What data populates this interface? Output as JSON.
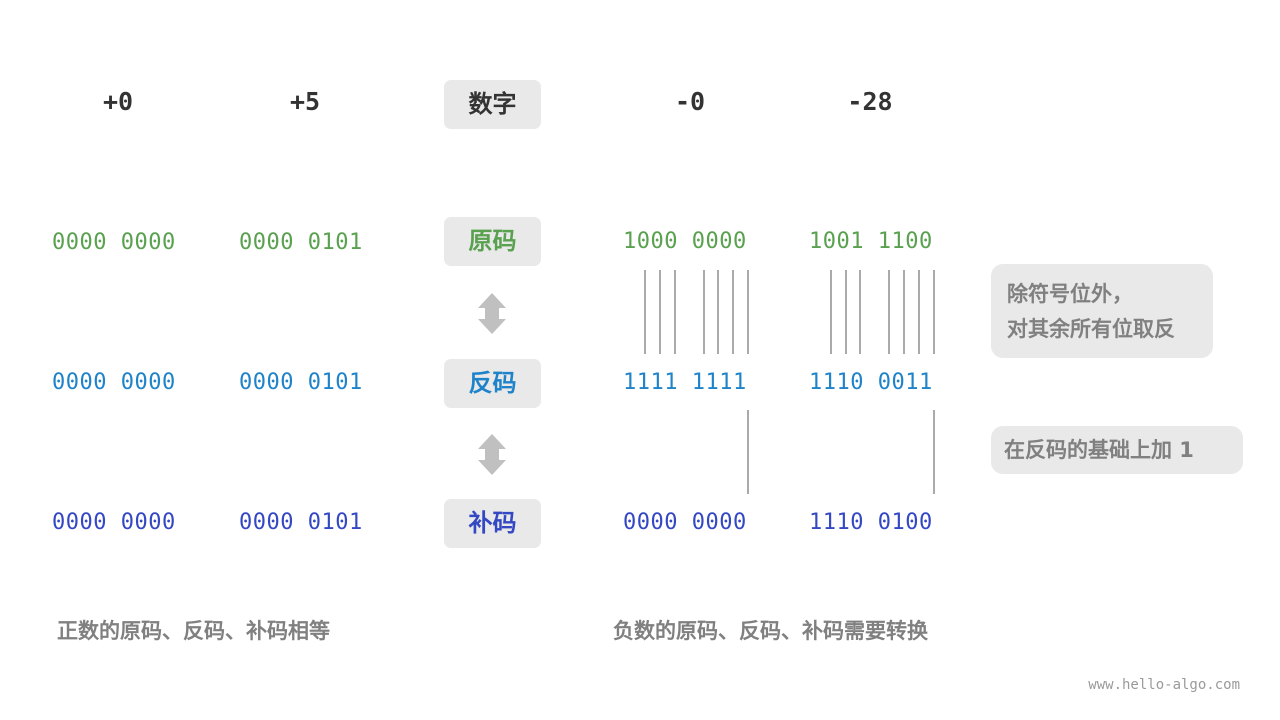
{
  "headers": [
    "+0",
    "+5",
    "数字",
    "-0",
    "-28"
  ],
  "row_labels": {
    "sign_magnitude": "原码",
    "ones_complement": "反码",
    "twos_complement": "补码"
  },
  "columns": {
    "pos_zero": {
      "sign_magnitude": "0000 0000",
      "ones_complement": "0000 0000",
      "twos_complement": "0000 0000"
    },
    "pos_five": {
      "sign_magnitude": "0000 0101",
      "ones_complement": "0000 0101",
      "twos_complement": "0000 0101"
    },
    "neg_zero": {
      "sign_magnitude": "1000 0000",
      "ones_complement": "1111 1111",
      "twos_complement": "0000 0000"
    },
    "neg_28": {
      "sign_magnitude": "1001 1100",
      "ones_complement": "1110 0011",
      "twos_complement": "1110 0100"
    }
  },
  "notes": {
    "invert_line1": "除符号位外，",
    "invert_line2": "对其余所有位取反",
    "add_one": "在反码的基础上加 1"
  },
  "captions": {
    "positive": "正数的原码、反码、补码相等",
    "negative": "负数的原码、反码、补码需要转换"
  },
  "watermark": "www.hello-algo.com",
  "colors": {
    "sign_magnitude": "#59a14f",
    "ones_complement": "#1f83c9",
    "twos_complement": "#3448c4",
    "label_bg": "#e9e9e9",
    "arrow": "#c0c0c0"
  }
}
